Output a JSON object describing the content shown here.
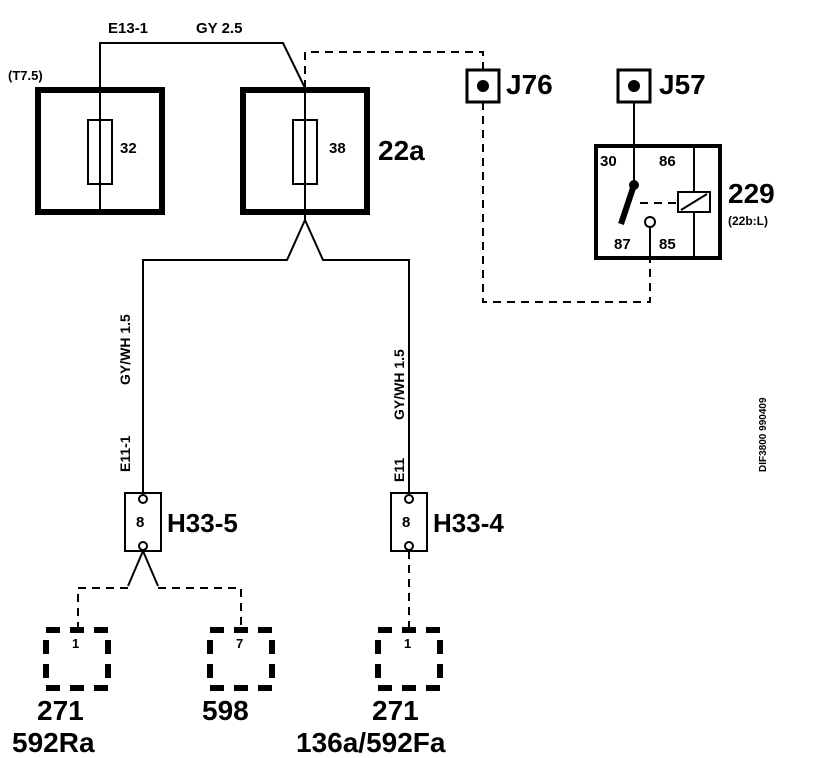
{
  "wires": {
    "top_label_left": "E13-1",
    "top_label_right": "GY  2.5",
    "left_color": "GY/WH 1.5",
    "left_id": "E11-1",
    "right_color": "GY/WH 1.5",
    "right_id": "E11"
  },
  "fuses": {
    "left": {
      "rating": "(T7.5)",
      "number": "32"
    },
    "right": {
      "number": "38",
      "label": "22a"
    }
  },
  "junctions": {
    "j76": "J76",
    "j57": "J57"
  },
  "relay": {
    "id": "229",
    "sub": "(22b:L)",
    "pin30": "30",
    "pin86": "86",
    "pin87": "87",
    "pin85": "85"
  },
  "connectors": {
    "left": {
      "pin": "8",
      "label": "H33-5"
    },
    "right": {
      "pin": "8",
      "label": "H33-4"
    }
  },
  "components": {
    "c1": {
      "pin": "1",
      "line1": "271",
      "line2": "592Ra"
    },
    "c2": {
      "pin": "7",
      "line1": "598"
    },
    "c3": {
      "pin": "1",
      "line1": "271",
      "line2": "136a/592Fa"
    }
  },
  "doc_ref": "DIF3800 990409"
}
